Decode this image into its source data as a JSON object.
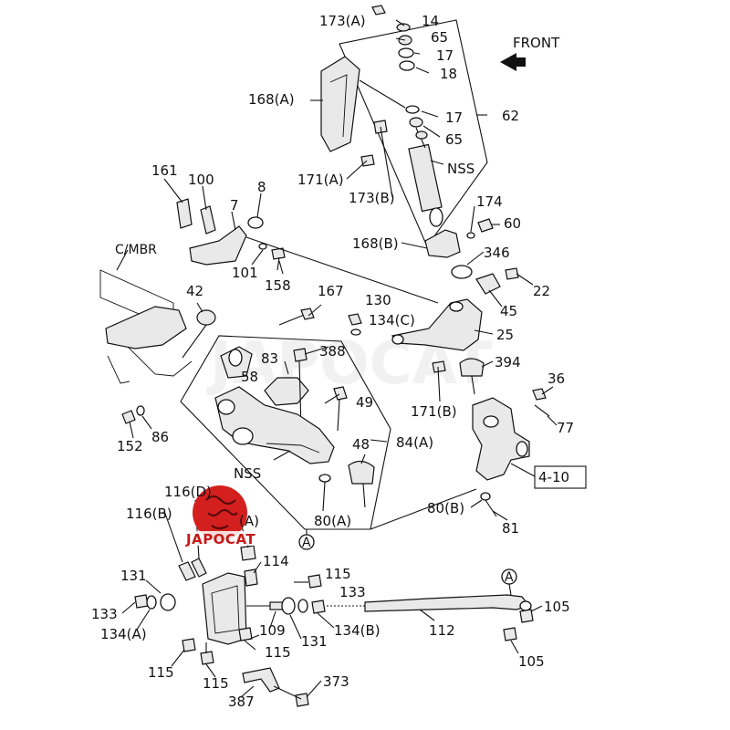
{
  "diagram": {
    "front_label": "FRONT",
    "watermark": "JAPOCAT",
    "logo_text": "JAPOCAT",
    "callouts": {
      "c173a": "173(A)",
      "c14": "14",
      "c65a": "65",
      "c17a": "17",
      "c18": "18",
      "c168a": "168(A)",
      "c17b": "17",
      "c62": "62",
      "c65b": "65",
      "cnss1": "NSS",
      "c171a": "171(A)",
      "c173b": "173(B)",
      "c161": "161",
      "c100": "100",
      "c7": "7",
      "c8": "8",
      "c174": "174",
      "c60": "60",
      "ccmbr": "C/MBR",
      "c168b": "168(B)",
      "c346": "346",
      "c101": "101",
      "c158": "158",
      "c22": "22",
      "c42": "42",
      "c167": "167",
      "c130": "130",
      "c134c": "134(C)",
      "c45": "45",
      "c25": "25",
      "c83": "83",
      "c388": "388",
      "c394": "394",
      "c58": "58",
      "c36": "36",
      "c49": "49",
      "c171b": "171(B)",
      "c77": "77",
      "c152": "152",
      "c86": "86",
      "c84a": "84(A)",
      "c48": "48",
      "cnss2": "NSS",
      "c410": "4-10",
      "c116d": "116(D)",
      "c116b": "116(B)",
      "c116a": "(A)",
      "c80a": "80(A)",
      "c80b": "80(B)",
      "c81": "81",
      "cmarkA1": "A",
      "c114": "114",
      "c115a": "115",
      "c131a": "131",
      "c133a": "133",
      "c133b": "133",
      "cmarkA2": "A",
      "c105a": "105",
      "c134a": "134(A)",
      "c109": "109",
      "c131b": "131",
      "c134b": "134(B)",
      "c112": "112",
      "c115b": "115",
      "c115c": "115",
      "c115d": "115",
      "c105b": "105",
      "c373": "373",
      "c387": "387"
    }
  }
}
